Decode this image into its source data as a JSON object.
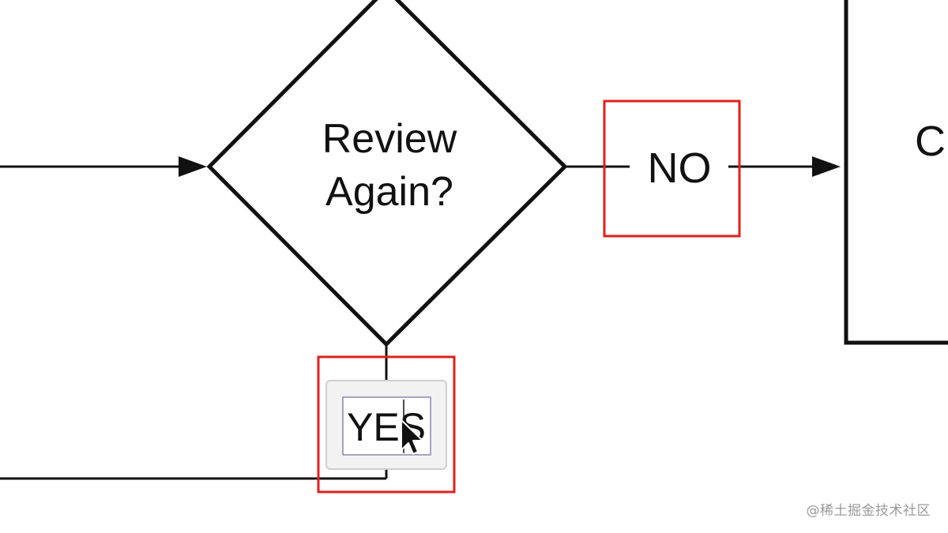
{
  "decision": {
    "line1": "Review",
    "line2": "Again?"
  },
  "labels": {
    "no": "NO",
    "yes": "YES",
    "next_box_partial": "C"
  },
  "cursor": "arrow-cursor-icon",
  "highlight_color": "#e0201c",
  "watermark": "@稀土掘金技术社区"
}
